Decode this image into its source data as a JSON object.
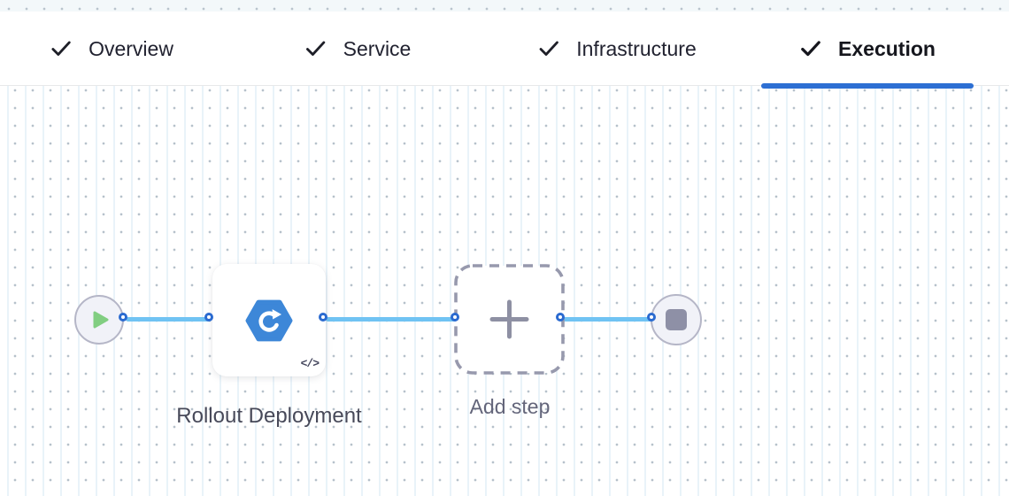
{
  "stage_tabs": {
    "items": [
      {
        "label": "Overview",
        "state": "completed",
        "active": false
      },
      {
        "label": "Service",
        "state": "completed",
        "active": false
      },
      {
        "label": "Infrastructure",
        "state": "completed",
        "active": false
      },
      {
        "label": "Execution",
        "state": "completed",
        "active": true
      }
    ]
  },
  "pipeline": {
    "start_node": {
      "icon": "play-icon"
    },
    "steps": [
      {
        "label": "Rollout Deployment",
        "icon": "k8s-rollout-icon",
        "badge": "</>"
      }
    ],
    "add_step": {
      "label": "Add step",
      "icon": "plus-icon"
    },
    "end_node": {
      "icon": "stop-icon"
    }
  },
  "colors": {
    "tab_active_underline": "#2d6fd3",
    "connector_line": "#70c3f3",
    "connector_port_border": "#2a6ad0",
    "step_icon_blue": "#3d87d8",
    "play_green": "#81ce81",
    "stop_gray": "#8e90a6",
    "grid_dot": "#b6c1cb",
    "grid_line": "#e9f3f9"
  }
}
